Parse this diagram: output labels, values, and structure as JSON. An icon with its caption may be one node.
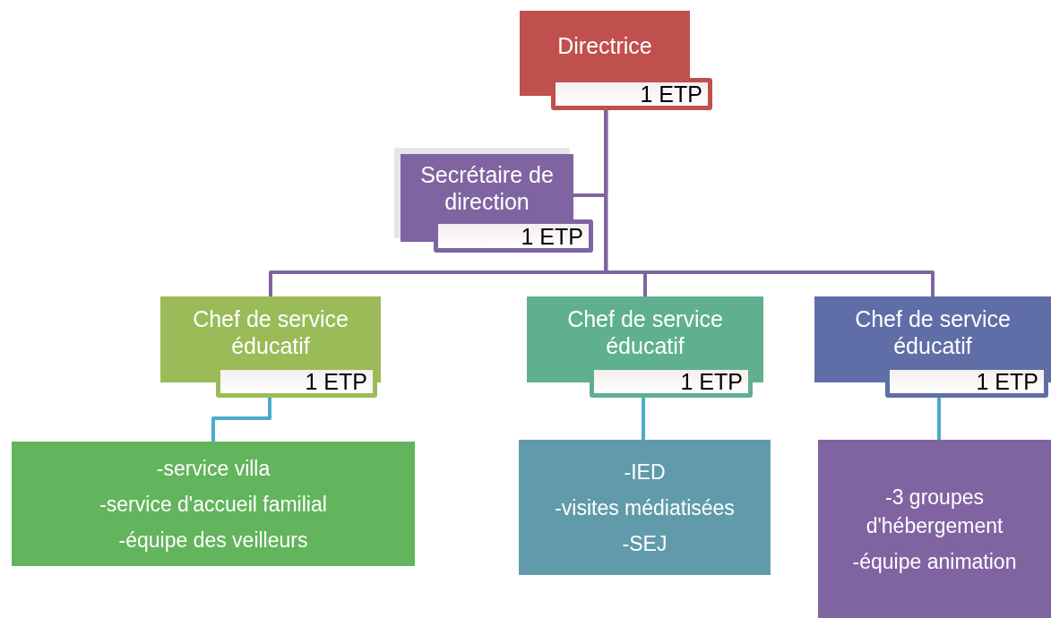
{
  "diagram": {
    "nodes": [
      {
        "text": [
          "Directrice"
        ]
      },
      {
        "text": [
          "1 ETP"
        ],
        "in": 0
      },
      {
        "text": [
          "Secrétaire de direction"
        ]
      },
      {
        "text": [
          "1 ETP"
        ],
        "in": 2
      },
      {
        "text": [
          "Chef de service éducatif"
        ]
      },
      {
        "text": [
          "1 ETP"
        ],
        "in": 4
      },
      {
        "text": [
          "Chef de service éducatif"
        ]
      },
      {
        "text": [
          "1 ETP"
        ],
        "in": 6
      },
      {
        "text": [
          "Chef de service éducatif"
        ]
      },
      {
        "text": [
          "1 ETP"
        ],
        "in": 8
      },
      {
        "text": [
          "-service villa",
          "-service d'accueil familial",
          "-équipe des veilleurs"
        ]
      },
      {
        "text": [
          "-IED",
          "-visites médiatisées",
          "-SEJ"
        ]
      },
      {
        "text": [
          "-3 groupes d'hébergement",
          "-équipe animation"
        ]
      }
    ],
    "edges": [
      {
        "from": 1,
        "to": 2,
        "arrow": "none"
      },
      {
        "from": 1,
        "to": 4,
        "arrow": "none"
      },
      {
        "from": 1,
        "to": 6,
        "arrow": "none"
      },
      {
        "from": 1,
        "to": 8,
        "arrow": "none"
      },
      {
        "from": 5,
        "to": 10,
        "arrow": "none",
        "color": "#4bacc6"
      },
      {
        "from": 7,
        "to": 11,
        "arrow": "none",
        "color": "#4bacc6"
      },
      {
        "from": 9,
        "to": 12,
        "arrow": "none",
        "color": "#4bacc6"
      }
    ]
  }
}
